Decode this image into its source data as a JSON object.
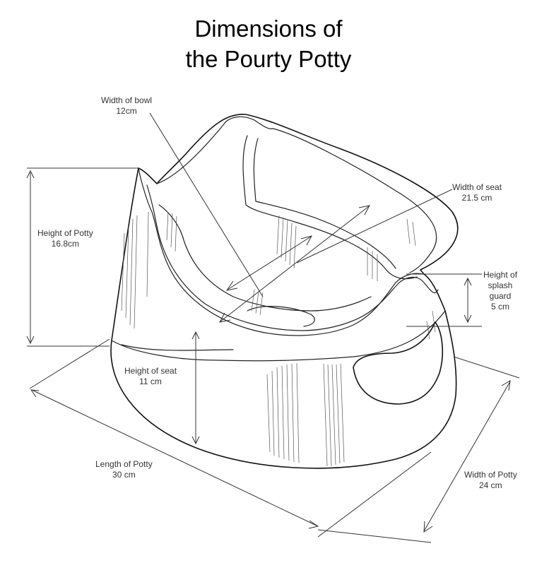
{
  "diagram": {
    "title_line1": "Dimensions of",
    "title_line2": "the Pourty Potty",
    "labels": {
      "bowl_width": {
        "name": "Width of bowl",
        "value": "12cm"
      },
      "seat_width": {
        "name": "Width of seat",
        "value": "21.5 cm"
      },
      "potty_height": {
        "name": "Height of Potty",
        "value": "16.8cm"
      },
      "splash_guard_height": {
        "line1": "Height of",
        "line2": "splash",
        "line3": "guard",
        "value": "5 cm"
      },
      "seat_height": {
        "name": "Height of seat",
        "value": "11 cm"
      },
      "potty_length": {
        "name": "Length of Potty",
        "value": "30 cm"
      },
      "potty_width": {
        "name": "Width of Potty",
        "value": "24 cm"
      }
    }
  }
}
